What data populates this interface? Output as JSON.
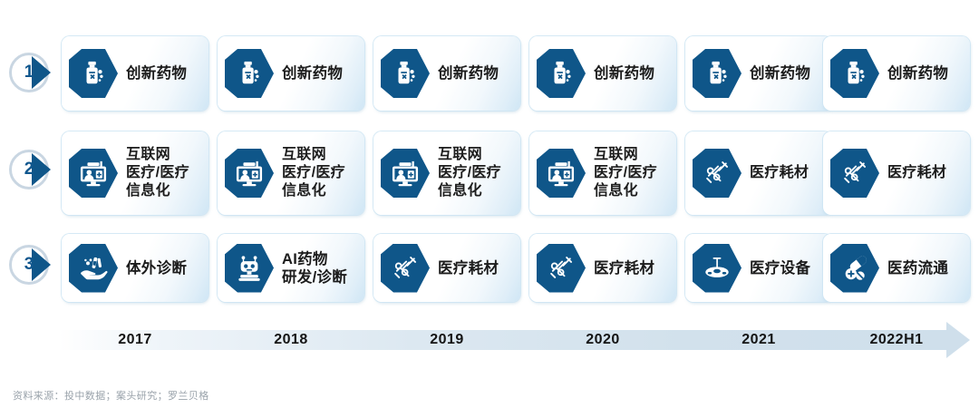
{
  "ranks": [
    {
      "label": "1"
    },
    {
      "label": "2"
    },
    {
      "label": "3"
    }
  ],
  "rows": [
    {
      "rank": "1",
      "cards": [
        {
          "icon": "medicine-bottle-icon",
          "label": "创新药物"
        },
        {
          "icon": "medicine-bottle-icon",
          "label": "创新药物"
        },
        {
          "icon": "medicine-bottle-icon",
          "label": "创新药物"
        },
        {
          "icon": "medicine-bottle-icon",
          "label": "创新药物"
        },
        {
          "icon": "medicine-bottle-icon",
          "label": "创新药物"
        },
        {
          "icon": "medicine-bottle-icon",
          "label": "创新药物"
        }
      ]
    },
    {
      "rank": "2",
      "cards": [
        {
          "icon": "online-consultation-icon",
          "label": "互联网\n医疗/医疗\n信息化"
        },
        {
          "icon": "online-consultation-icon",
          "label": "互联网\n医疗/医疗\n信息化"
        },
        {
          "icon": "online-consultation-icon",
          "label": "互联网\n医疗/医疗\n信息化"
        },
        {
          "icon": "online-consultation-icon",
          "label": "互联网\n医疗/医疗\n信息化"
        },
        {
          "icon": "syringe-icon",
          "label": "医疗耗材"
        },
        {
          "icon": "syringe-icon",
          "label": "医疗耗材"
        }
      ]
    },
    {
      "rank": "3",
      "cards": [
        {
          "icon": "hand-test-icon",
          "label": "体外诊断"
        },
        {
          "icon": "robot-icon",
          "label": "AI药物\n研发/诊断"
        },
        {
          "icon": "syringe-icon",
          "label": "医疗耗材"
        },
        {
          "icon": "syringe-icon",
          "label": "医疗耗材"
        },
        {
          "icon": "surgical-lamp-icon",
          "label": "医疗设备"
        },
        {
          "icon": "pills-icon",
          "label": "医药流通"
        }
      ]
    }
  ],
  "timeline": {
    "years": [
      "2017",
      "2018",
      "2019",
      "2020",
      "2021",
      "2022H1"
    ]
  },
  "footer": {
    "source": "资料来源：投中数据；案头研究；罗兰贝格"
  },
  "colors": {
    "icon_navy": "#0f5689",
    "card_edge": "#cfe6f5",
    "timeline_bar": "#cfdfeb",
    "footer_text": "#9aa3ab"
  }
}
